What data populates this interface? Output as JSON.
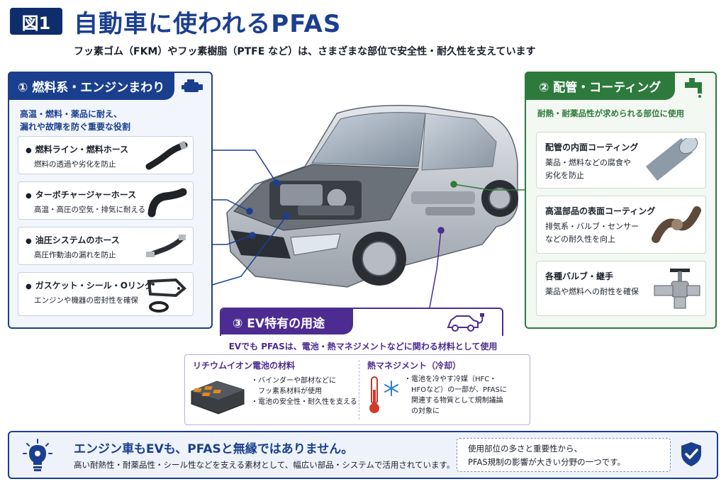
{
  "header": {
    "badge": "図1",
    "title": "自動車に使われるPFAS",
    "subtitle": "フッ素ゴム（FKM）やフッ素樹脂（PTFE など）は、さまざまな部位で安全性・耐久性を支えています"
  },
  "panel1": {
    "title": "① 燃料系・エンジンまわり",
    "icon": "engine-icon",
    "description_lines": [
      "高温・燃料・薬品に耐え、",
      "漏れや故障を防ぐ重要な役割"
    ],
    "items": [
      {
        "title": "燃料ライン・燃料ホース",
        "desc": "燃料の透過や劣化を防止"
      },
      {
        "title": "ターボチャージャーホース",
        "desc": "高温・高圧の空気・排気に耐える"
      },
      {
        "title": "油圧システムのホース",
        "desc": "高圧作動油の漏れを防止"
      },
      {
        "title": "ガスケット・シール・Oリング",
        "desc": "エンジンや機器の密封性を確保"
      }
    ]
  },
  "panel2": {
    "title": "② 配管・コーティング",
    "icon": "faucet-icon",
    "description": "耐熱・耐薬品性が求められる部位に使用",
    "items": [
      {
        "title": "配管の内面コーティング",
        "desc_lines": [
          "薬品・燃料などの腐食や",
          "劣化を防止"
        ]
      },
      {
        "title": "高温部品の表面コーティング",
        "desc_lines": [
          "排気系・バルブ・センサー",
          "などの耐久性を向上"
        ]
      },
      {
        "title": "各種バルブ・継手",
        "desc_lines": [
          "薬品や燃料への耐性を確保"
        ]
      }
    ]
  },
  "panel3": {
    "title": "③ EV特有の用途",
    "icon": "ev-car-icon",
    "description": "EVでも PFASは、電池・熱マネジメントなどに関わる材料として使用",
    "battery": {
      "title": "リチウムイオン電池の材料",
      "bullets": [
        {
          "lines": [
            "バインダーや部材などに",
            "フッ素系材料が使用"
          ]
        },
        {
          "lines": [
            "電池の安全性・耐久性を支える"
          ]
        }
      ]
    },
    "thermal": {
      "title": "熱マネジメント（冷却）",
      "bullet_lines": [
        "電池を冷やす冷媒（HFC・",
        "HFOなど）の一部が、PFASに",
        "関連する物質として規制議論",
        "の対象に"
      ]
    }
  },
  "bottom": {
    "title": "エンジン車もEVも、PFASと無縁ではありません。",
    "text": "高い耐熱性・耐薬品性・シール性などを支える素材として、幅広い部品・システムで活用されています。",
    "note_lines": [
      "使用部位の多さと重要性から、",
      "PFAS規制の影響が大きい分野の一つです。"
    ]
  },
  "colors": {
    "navy": "#1b3f8f",
    "green": "#2e7a3d",
    "purple": "#4d2c91"
  }
}
